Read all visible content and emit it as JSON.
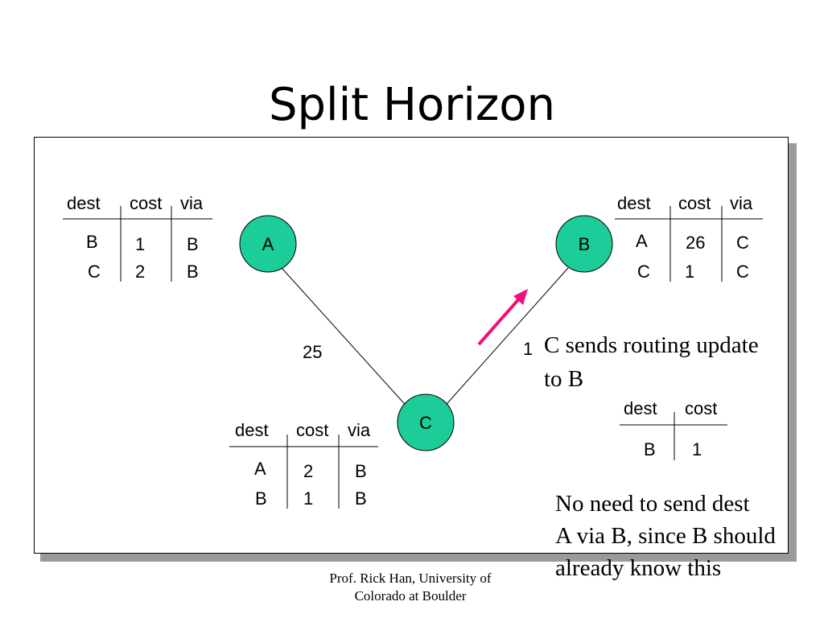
{
  "slide": {
    "title": "Split Horizon",
    "footer_line1": "Prof. Rick Han, University of",
    "footer_line2": "Colorado at Boulder"
  },
  "nodes": [
    {
      "id": "A",
      "label": "A"
    },
    {
      "id": "B",
      "label": "B"
    },
    {
      "id": "C",
      "label": "C"
    }
  ],
  "links": [
    {
      "from": "A",
      "to": "C",
      "cost": "25"
    },
    {
      "from": "B",
      "to": "C",
      "cost": "1"
    }
  ],
  "tables": {
    "A": {
      "headers": [
        "dest",
        "cost",
        "via"
      ],
      "rows": [
        [
          "B",
          "1",
          "B"
        ],
        [
          "C",
          "2",
          "B"
        ]
      ]
    },
    "B": {
      "headers": [
        "dest",
        "cost",
        "via"
      ],
      "rows": [
        [
          "A",
          "26",
          "C"
        ],
        [
          "C",
          "1",
          "C"
        ]
      ]
    },
    "C": {
      "headers": [
        "dest",
        "cost",
        "via"
      ],
      "rows": [
        [
          "A",
          "2",
          "B"
        ],
        [
          "B",
          "1",
          "B"
        ]
      ]
    },
    "update": {
      "headers": [
        "dest",
        "cost"
      ],
      "rows": [
        [
          "B",
          "1"
        ]
      ]
    }
  },
  "annotations": {
    "update_line1": "C sends routing update",
    "update_line2": "to B",
    "note_line1": "No need to send dest",
    "note_line2": "A via B, since B should",
    "note_line3": "already know this"
  },
  "colors": {
    "node_fill": "#1ccc99",
    "arrow": "#ee1177",
    "shadow": "#9a9a9a"
  }
}
